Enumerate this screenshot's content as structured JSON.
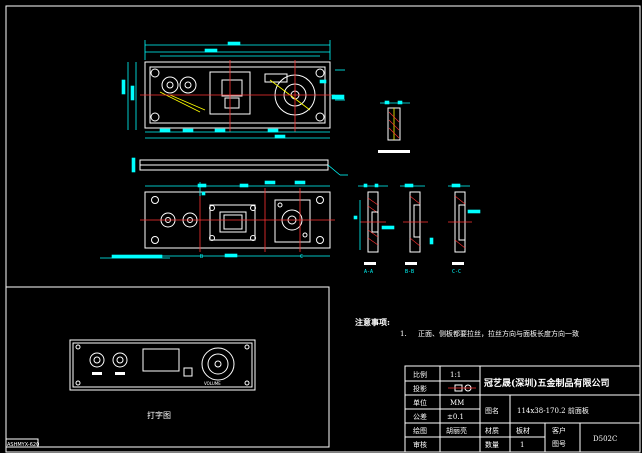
{
  "notes": {
    "heading": "注意事项:",
    "item_number": "1.",
    "item_text": "正面、侧板都要拉丝，拉丝方向与面板长度方向一致"
  },
  "preview": {
    "caption": "打字图",
    "volume_label": "VOLUME"
  },
  "title_block": {
    "scale_label": "比例",
    "scale_value": "1:1",
    "projection_label": "投影",
    "unit_label": "单位",
    "unit_value": "MM",
    "tolerance_label": "公差",
    "tolerance_value": "±0.1",
    "drawn_label": "绘图",
    "drawn_value": "胡丽亮",
    "review_label": "审核",
    "company": "冠艺晟(深圳)五金制品有限公司",
    "name_label": "图名",
    "name_value": "114x38-170.2  前面板",
    "material_label": "材质",
    "quantity_label": "数量",
    "quantity_value": "1",
    "spec_label": "板材",
    "customer_label": "客户",
    "drawing_no_label": "图号",
    "drawing_no": "D502C"
  },
  "section_labels": {
    "a": "A-A",
    "b": "B-B",
    "c": "C-C"
  },
  "corner_label": "ASHMYX-620",
  "colors": {
    "background": "#000000",
    "outline": "#ffffff",
    "dimension": "#00ffff",
    "center": "#ff3333",
    "section": "#ffff00"
  }
}
